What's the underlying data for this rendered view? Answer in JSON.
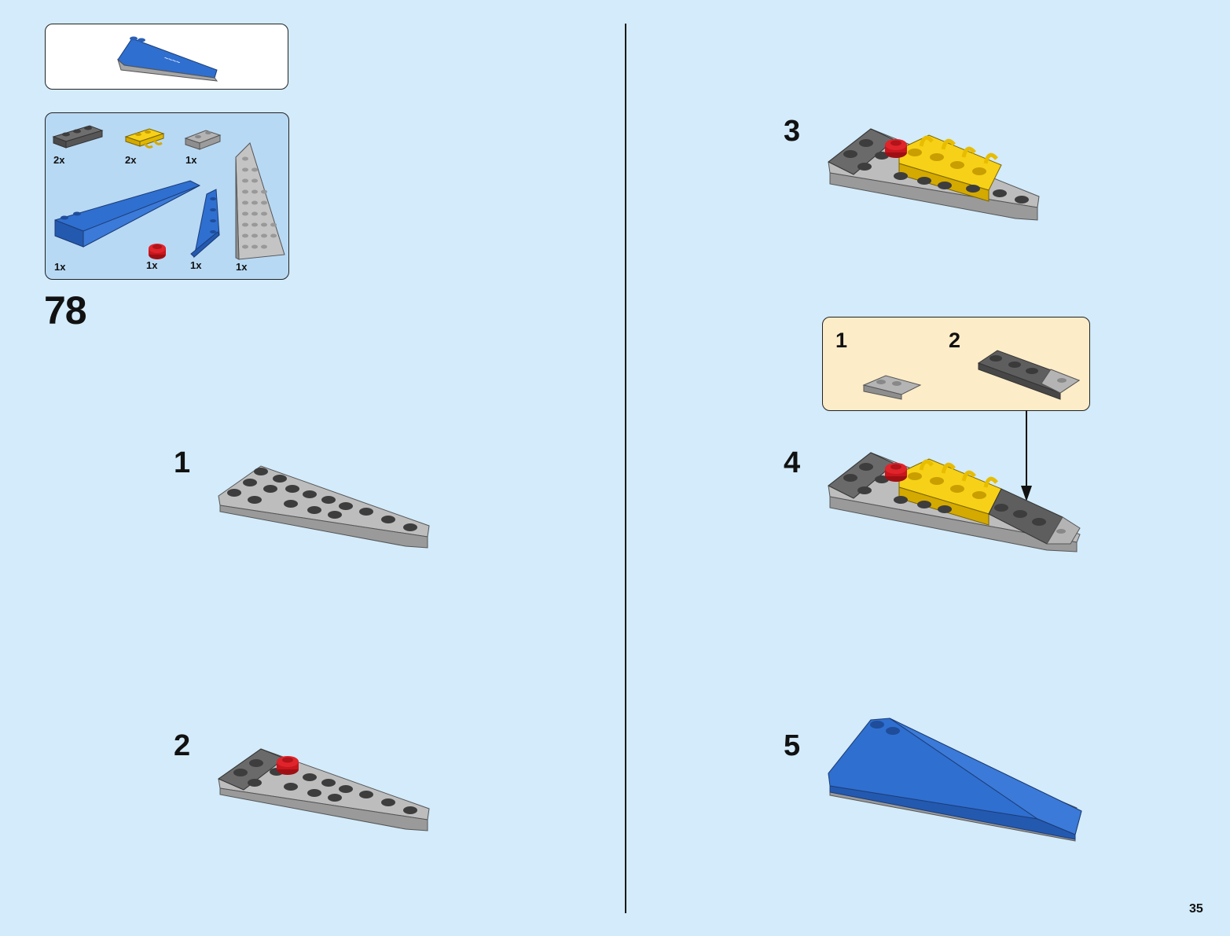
{
  "main_step": "78",
  "parts": [
    {
      "qty": "2x",
      "icon": "dark-gray-plate-1x3-icon"
    },
    {
      "qty": "2x",
      "icon": "yellow-clip-plate-icon"
    },
    {
      "qty": "1x",
      "icon": "light-gray-slope-plate-icon"
    },
    {
      "qty": "1x",
      "icon": "blue-wedge-icon"
    },
    {
      "qty": "1x",
      "icon": "red-round-plate-icon"
    },
    {
      "qty": "1x",
      "icon": "blue-wing-plate-icon"
    },
    {
      "qty": "1x",
      "icon": "light-gray-wing-plate-icon"
    }
  ],
  "steps": [
    {
      "number": "1"
    },
    {
      "number": "2"
    },
    {
      "number": "3"
    },
    {
      "number": "4"
    },
    {
      "number": "5"
    }
  ],
  "callout_steps": [
    {
      "number": "1"
    },
    {
      "number": "2"
    }
  ],
  "page_number": "35",
  "colors": {
    "background": "#d3ebfa",
    "parts_box": "#b8d9f4",
    "callout": "#fdecc8",
    "brick_blue": "#2f6fd0",
    "brick_yellow": "#f7d117",
    "brick_red": "#c8161d",
    "brick_dark_gray": "#5a5a5a",
    "brick_light_gray": "#a8a8a8"
  }
}
